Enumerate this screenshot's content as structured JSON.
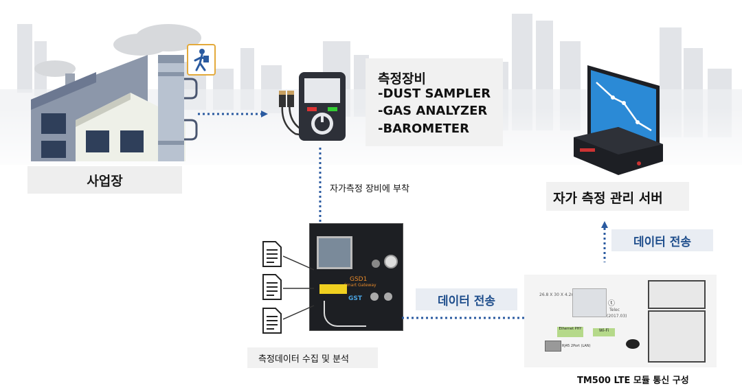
{
  "factory": {
    "label": "사업장"
  },
  "equipment": {
    "title": "측정장비",
    "items": [
      "-DUST SAMPLER",
      "-GAS ANALYZER",
      "-BAROMETER"
    ]
  },
  "attach_label": "자가측정 장비에 부착",
  "server": {
    "label": "자가 측정 관리 서버"
  },
  "transfer_label_right": "데이터 전송",
  "transfer_label_mid": "데이터 전송",
  "collector_caption": "측정데이터 수집 및 분석",
  "module_caption": "TM500 LTE 모듈 통신 구성",
  "module_board": {
    "dimension": "26.8 X 30 X 4.2mm",
    "telec": "Telec",
    "telec_date": "(2017.03)",
    "ethernet": "Ethernet PHY",
    "wifi": "Wi-Fi",
    "rj45": "RJ45 2Port (LAN)"
  },
  "device_panel": {
    "brand_top": "GSD1",
    "brand_sub": "Smart Gateway",
    "logo": "GST"
  },
  "colors": {
    "accent_blue": "#1f4e8c",
    "dotted": "#2a5aa0",
    "screen_blue": "#2b8ad6"
  }
}
